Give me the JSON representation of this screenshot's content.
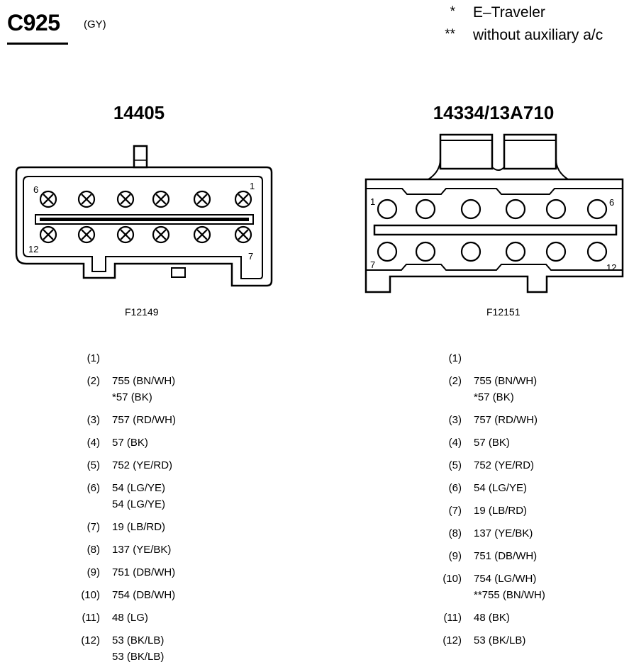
{
  "header": {
    "connector_id": "C925",
    "color_code": "(GY)"
  },
  "legend": [
    {
      "mark": "*",
      "text": "E–Traveler"
    },
    {
      "mark": "**",
      "text": "without auxiliary a/c"
    }
  ],
  "connectors": [
    {
      "part_number": "14405",
      "figure_code": "F12149",
      "pin_labels": {
        "top_left": "6",
        "top_right": "1",
        "bottom_left": "12",
        "bottom_right": "7"
      },
      "pins": [
        {
          "num": "(1)",
          "wires": []
        },
        {
          "num": "(2)",
          "wires": [
            "755 (BN/WH)",
            "*57 (BK)"
          ]
        },
        {
          "num": "(3)",
          "wires": [
            "757 (RD/WH)"
          ]
        },
        {
          "num": "(4)",
          "wires": [
            "57 (BK)"
          ]
        },
        {
          "num": "(5)",
          "wires": [
            "752 (YE/RD)"
          ]
        },
        {
          "num": "(6)",
          "wires": [
            "54 (LG/YE)",
            "54 (LG/YE)"
          ]
        },
        {
          "num": "(7)",
          "wires": [
            "19 (LB/RD)"
          ]
        },
        {
          "num": "(8)",
          "wires": [
            "137 (YE/BK)"
          ]
        },
        {
          "num": "(9)",
          "wires": [
            "751 (DB/WH)"
          ]
        },
        {
          "num": "(10)",
          "wires": [
            "754 (DB/WH)"
          ]
        },
        {
          "num": "(11)",
          "wires": [
            "48 (LG)"
          ]
        },
        {
          "num": "(12)",
          "wires": [
            "53 (BK/LB)",
            "53 (BK/LB)"
          ]
        }
      ]
    },
    {
      "part_number": "14334/13A710",
      "figure_code": "F12151",
      "pin_labels": {
        "top_left": "1",
        "top_right": "6",
        "bottom_left": "7",
        "bottom_right": "12"
      },
      "pins": [
        {
          "num": "(1)",
          "wires": []
        },
        {
          "num": "(2)",
          "wires": [
            "755 (BN/WH)",
            "*57 (BK)"
          ]
        },
        {
          "num": "(3)",
          "wires": [
            "757 (RD/WH)"
          ]
        },
        {
          "num": "(4)",
          "wires": [
            "57 (BK)"
          ]
        },
        {
          "num": "(5)",
          "wires": [
            "752 (YE/RD)"
          ]
        },
        {
          "num": "(6)",
          "wires": [
            "54 (LG/YE)"
          ]
        },
        {
          "num": "(7)",
          "wires": [
            "19 (LB/RD)"
          ]
        },
        {
          "num": "(8)",
          "wires": [
            "137 (YE/BK)"
          ]
        },
        {
          "num": "(9)",
          "wires": [
            "751 (DB/WH)"
          ]
        },
        {
          "num": "(10)",
          "wires": [
            "754 (LG/WH)",
            "**755 (BN/WH)"
          ]
        },
        {
          "num": "(11)",
          "wires": [
            "48 (BK)"
          ]
        },
        {
          "num": "(12)",
          "wires": [
            "53 (BK/LB)"
          ]
        }
      ]
    }
  ]
}
